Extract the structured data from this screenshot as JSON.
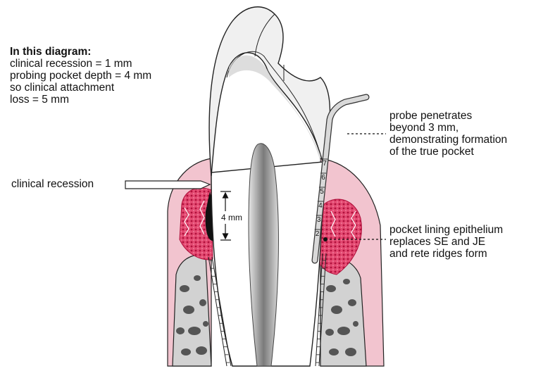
{
  "intro": {
    "title": "In this diagram:",
    "lines": [
      "clinical recession = 1 mm",
      "probing pocket depth = 4 mm",
      "so clinical attachment",
      "loss = 5 mm"
    ]
  },
  "labels": {
    "clinical_recession": "clinical recession",
    "four_mm": "4 mm",
    "probe": [
      "probe penetrates",
      "beyond 3 mm,",
      "demonstrating formation",
      "of the true pocket"
    ],
    "epithelium": [
      "pocket lining epithelium",
      "replaces SE and JE",
      "and rete ridges form"
    ]
  },
  "probe_marks": [
    "7",
    "6",
    "5",
    "4",
    "3",
    "2"
  ],
  "colors": {
    "gingiva": "#f2c4cf",
    "epithelium": "#d6204f",
    "enamel": "#e8e8e8",
    "pulp": "#8f8f8f",
    "bone": "#cfcfcf",
    "probe": "#d9d9d9",
    "line": "#222222"
  }
}
